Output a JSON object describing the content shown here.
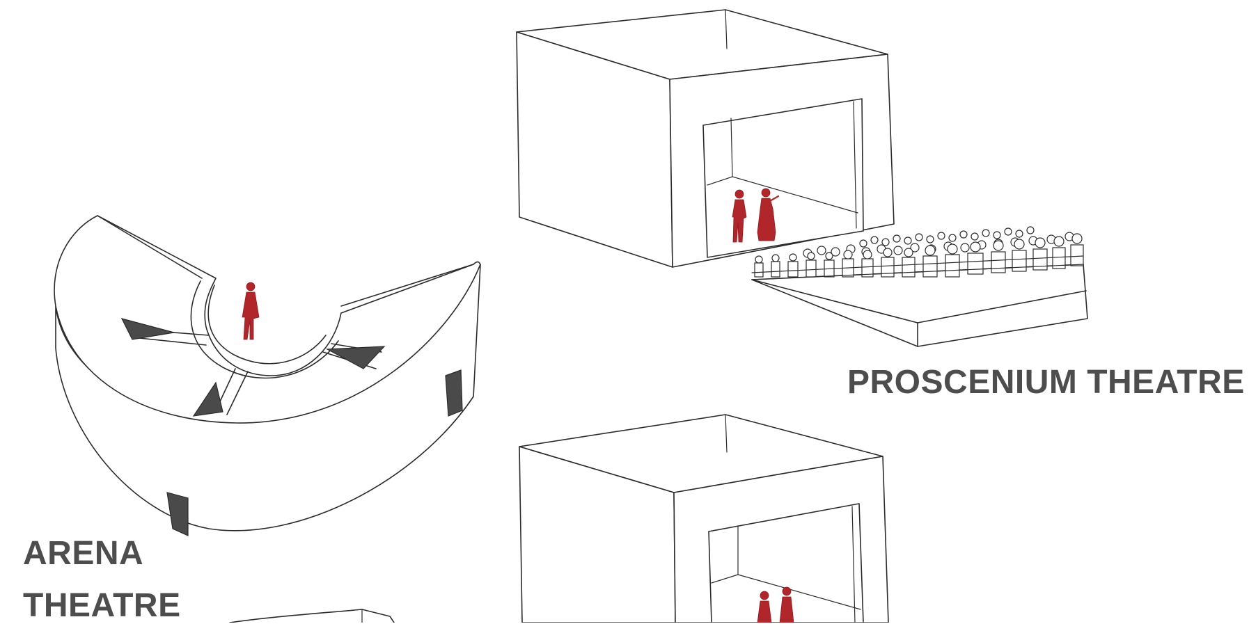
{
  "labels": {
    "proscenium": "PROSCENIUM THEATRE",
    "arena_line1": "ARENA",
    "arena_line2": "THEATRE"
  },
  "colors": {
    "line": "#2b2b2b",
    "figure": "#b0262a",
    "label": "#4d4d4d",
    "shading": "#4a4a4a"
  }
}
